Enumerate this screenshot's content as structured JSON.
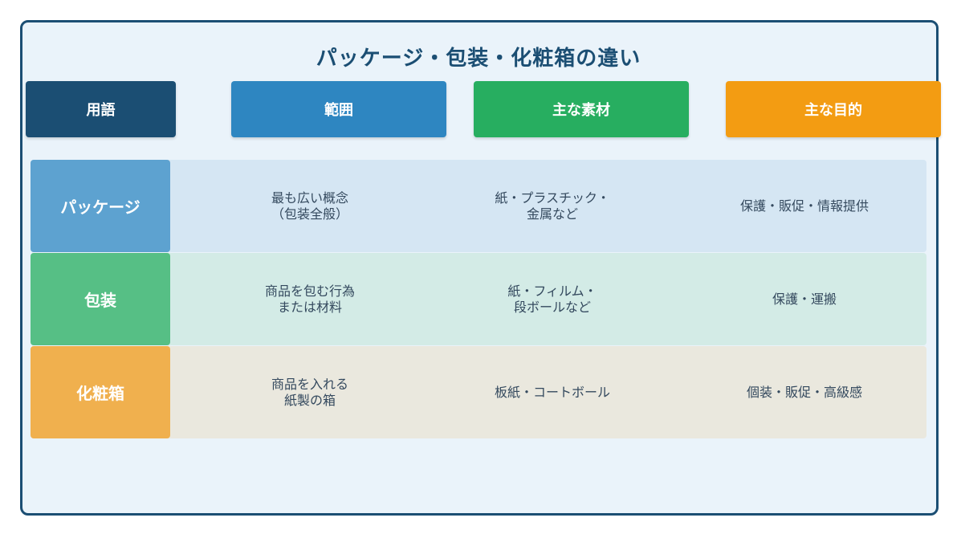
{
  "title": "パッケージ・包装・化粧箱の違い",
  "headers": {
    "term": "用語",
    "scope": "範囲",
    "material": "主な素材",
    "purpose": "主な目的"
  },
  "rows": [
    {
      "term": "パッケージ",
      "scope": [
        "最も広い概念",
        "（包装全般）"
      ],
      "material": [
        "紙・プラスチック・",
        "金属など"
      ],
      "purpose": [
        "保護・販促・情報提供"
      ]
    },
    {
      "term": "包装",
      "scope": [
        "商品を包む行為",
        "または材料"
      ],
      "material": [
        "紙・フィルム・",
        "段ボールなど"
      ],
      "purpose": [
        "保護・運搬"
      ]
    },
    {
      "term": "化粧箱",
      "scope": [
        "商品を入れる",
        "紙製の箱"
      ],
      "material": [
        "板紙・コートボール"
      ],
      "purpose": [
        "個装・販促・高級感"
      ]
    }
  ],
  "colors": {
    "frame_border": "#1b4e73",
    "header_term": "#1b4e73",
    "header_scope": "#2e86c1",
    "header_material": "#27ae60",
    "header_purpose": "#f39c12"
  }
}
